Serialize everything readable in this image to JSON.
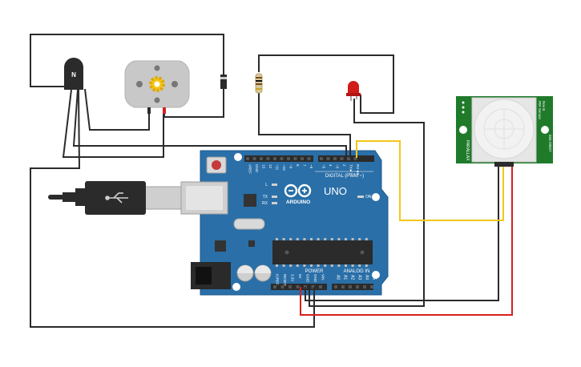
{
  "arduino": {
    "brand_small": "ARDUINO",
    "model": "UNO",
    "digital_header": "DIGITAL (PWM ~)",
    "power_header": "POWER",
    "analog_header": "ANALOG IN",
    "label_on": "ON",
    "label_l": "L",
    "label_tx": "TX",
    "label_rx": "RX",
    "digital_pins": [
      "AREF",
      "GND",
      "13",
      "12",
      "~11",
      "~10",
      "~9",
      "8",
      "7",
      "~6",
      "~5",
      "4",
      "~3",
      "2",
      "TX►1",
      "RX◄0"
    ],
    "power_pins": [
      "IOREF",
      "RESET",
      "3.3V",
      "5V",
      "GND",
      "GND",
      "VIN"
    ],
    "analog_pins": [
      "A0",
      "A1",
      "A2",
      "A3",
      "A4",
      "A5"
    ]
  },
  "transistor": {
    "label": "N"
  },
  "pir": {
    "text_left": "PARALLAX",
    "text_right_1": "PIR Sensor",
    "text_right_2": "555-28027",
    "text_right_3": "Rev B"
  },
  "colors": {
    "board": "#2a6fa8",
    "wire_black": "#2b2b2b",
    "wire_red": "#d62020",
    "wire_yellow": "#f2c71c",
    "pir_board": "#1f7a2a",
    "led": "#d11a1a"
  }
}
